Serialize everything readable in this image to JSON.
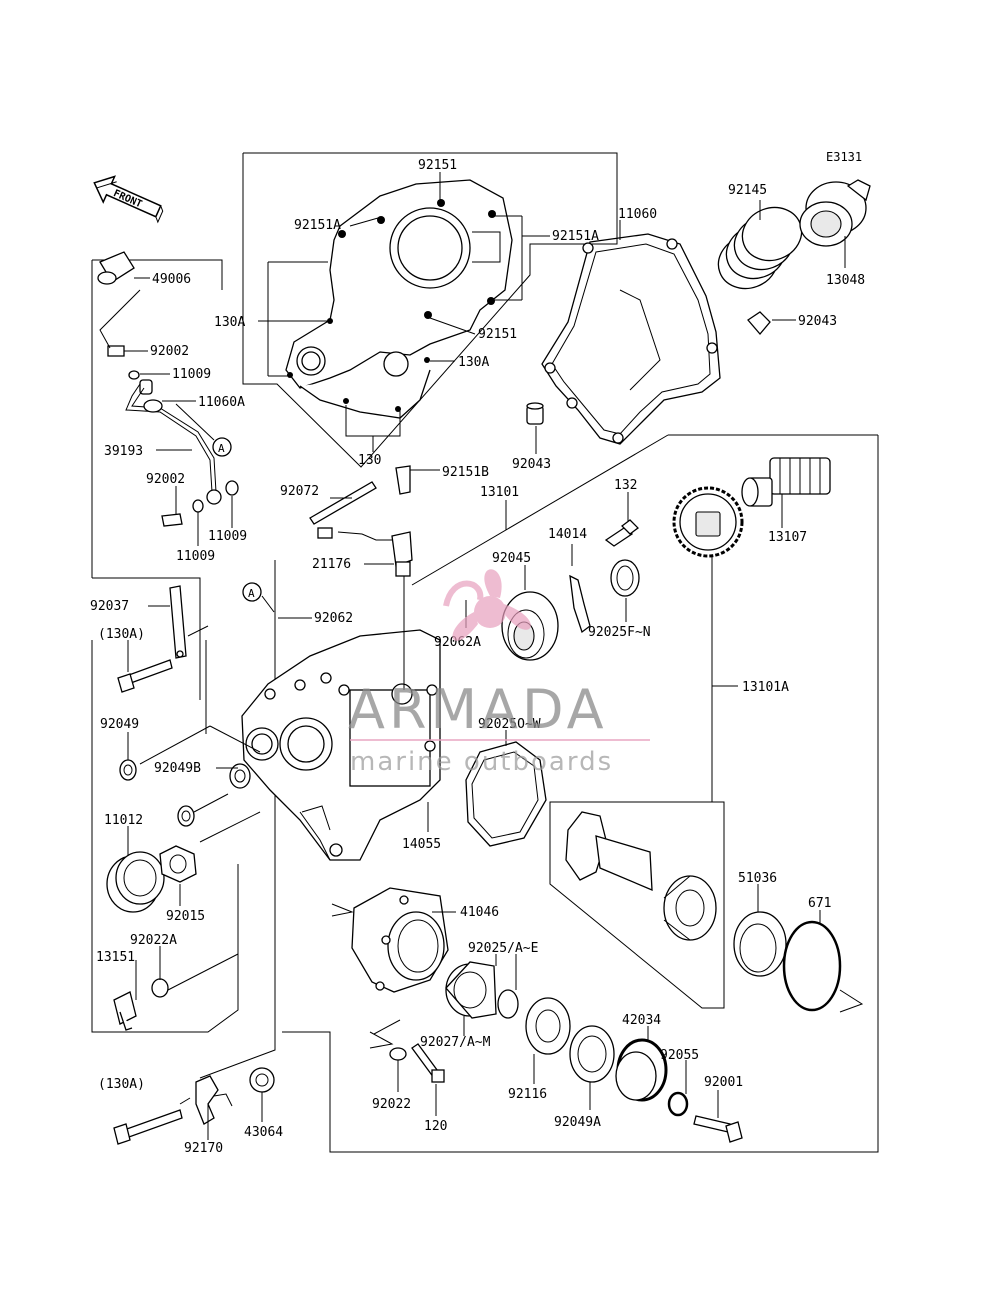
{
  "diagram_code": "E3131",
  "front_label": "FRONT",
  "watermark": {
    "brand": "ARMADA",
    "tagline": "marine outboards",
    "brand_color": "#e8a0be",
    "text_color": "#8a8a8a"
  },
  "labels": {
    "l92151a": "92151",
    "l92151b": "92151",
    "l92151A1": "92151A",
    "l92151A2": "92151A",
    "l130A1": "130A",
    "l130A2": "130A",
    "l130": "130",
    "l11060": "11060",
    "l92145": "92145",
    "l13048": "13048",
    "l92043a": "92043",
    "l92043b": "92043",
    "l49006": "49006",
    "l92002a": "92002",
    "l11009a": "11009",
    "l11060A": "11060A",
    "l39193": "39193",
    "l92002b": "92002",
    "l11009b": "11009",
    "l11009c": "11009",
    "l92072": "92072",
    "l92151B": "92151B",
    "l13101": "13101",
    "l132": "132",
    "l13107": "13107",
    "l14014": "14014",
    "l92045": "92045",
    "l21176": "21176",
    "l92062": "92062",
    "l92062A": "92062A",
    "l92025FN": "92025F~N",
    "l92037": "92037",
    "l130Ap1": "(130A)",
    "l13101A": "13101A",
    "l92049": "92049",
    "l92025OW": "92025O~W",
    "l92049B": "92049B",
    "l11012": "11012",
    "l14055": "14055",
    "l92015": "92015",
    "l51036": "51036",
    "l671": "671",
    "l41046": "41046",
    "l92022A": "92022A",
    "l13151": "13151",
    "l92025AE": "92025/A~E",
    "l42034": "42034",
    "l92027AM": "92027/A~M",
    "l92055": "92055",
    "l130Ap2": "(130A)",
    "l92001": "92001",
    "l92116": "92116",
    "l92022": "92022",
    "l120": "120",
    "l92049A": "92049A",
    "l92170": "92170",
    "l43064": "43064",
    "markA1": "A",
    "markA2": "A"
  }
}
